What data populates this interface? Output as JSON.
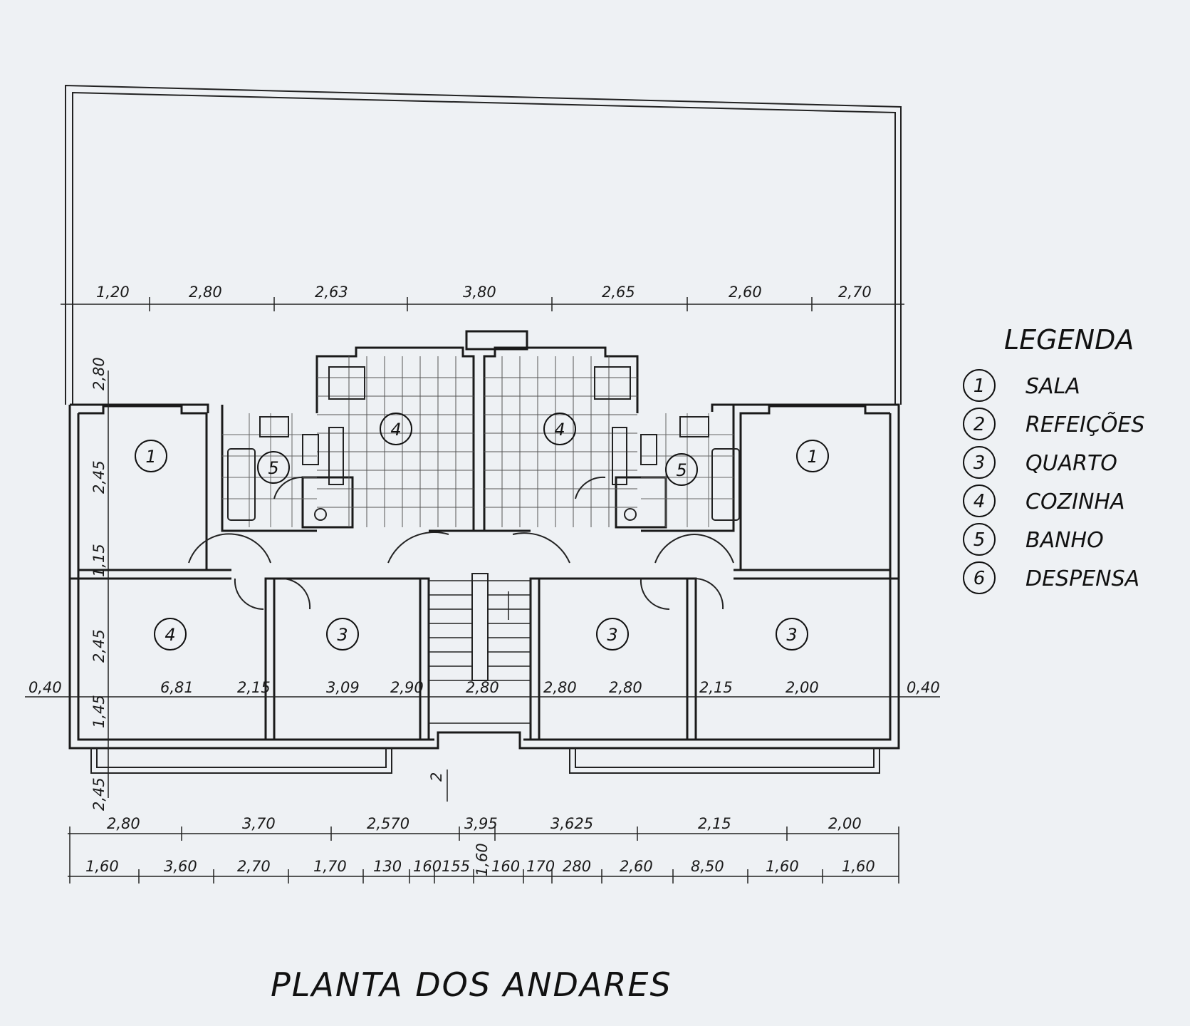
{
  "top_dimensions": [
    "1,20",
    "2,80",
    "2,63",
    "3,80",
    "2,65",
    "2,60",
    "2,70"
  ],
  "left_dimensions": [
    "2,80",
    "2,45",
    "1,15",
    "2,45",
    "1,45",
    "2,45"
  ],
  "middle_dimensions": {
    "left_edge": "0,40",
    "right_edge": "0,40",
    "inner": [
      "6,81",
      "2,15",
      "3,09",
      "2,90",
      "2,80",
      "2,80",
      "2,80",
      "2,15",
      "2,00"
    ]
  },
  "stair_dimension": "2",
  "bottom_dimensions_row1": [
    "2,80",
    "3,70",
    "2,570",
    "3,95",
    "3,625",
    "2,15",
    "2,00"
  ],
  "bottom_dimensions_row2": [
    "1,60",
    "3,60",
    "2,70",
    "1,70",
    "130",
    "160",
    "155",
    "160",
    "170",
    "280",
    "2,60",
    "8,50",
    "1,60",
    "1,60"
  ],
  "bottom_vertical_dimension": "1,60",
  "rooms": {
    "sala_left": "1",
    "banho_left": "5",
    "cozinha_left": "4",
    "cozinha_right": "4",
    "banho_right": "5",
    "sala_right": "1",
    "bottom_left": "4",
    "quarto_a": "3",
    "quarto_b": "3",
    "quarto_c": "3"
  },
  "legend": {
    "title": "LEGENDA",
    "items": [
      {
        "num": "1",
        "label": "SALA"
      },
      {
        "num": "2",
        "label": "REFEIÇÕES"
      },
      {
        "num": "3",
        "label": "QUARTO"
      },
      {
        "num": "4",
        "label": "COZINHA"
      },
      {
        "num": "5",
        "label": "BANHO"
      },
      {
        "num": "6",
        "label": "DESPENSA"
      }
    ]
  },
  "title": "PLANTA DOS ANDARES"
}
